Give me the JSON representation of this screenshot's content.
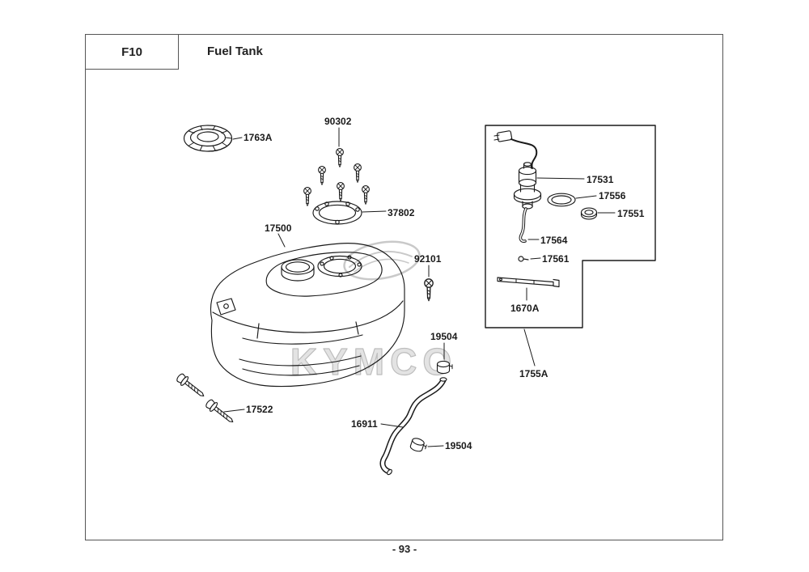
{
  "header": {
    "code": "F10",
    "title": "Fuel Tank"
  },
  "footer": {
    "page_number": "- 93 -"
  },
  "watermark": {
    "text": "KYMCO"
  },
  "labels": [
    {
      "text": "1763A"
    },
    {
      "text": "90302"
    },
    {
      "text": "37802"
    },
    {
      "text": "17500"
    },
    {
      "text": "92101"
    },
    {
      "text": "19504"
    },
    {
      "text": "17522"
    },
    {
      "text": "16911"
    },
    {
      "text": "19504"
    },
    {
      "text": "17531"
    },
    {
      "text": "17556"
    },
    {
      "text": "17551"
    },
    {
      "text": "17564"
    },
    {
      "text": "17561"
    },
    {
      "text": "1670A"
    },
    {
      "text": "1755A"
    }
  ]
}
